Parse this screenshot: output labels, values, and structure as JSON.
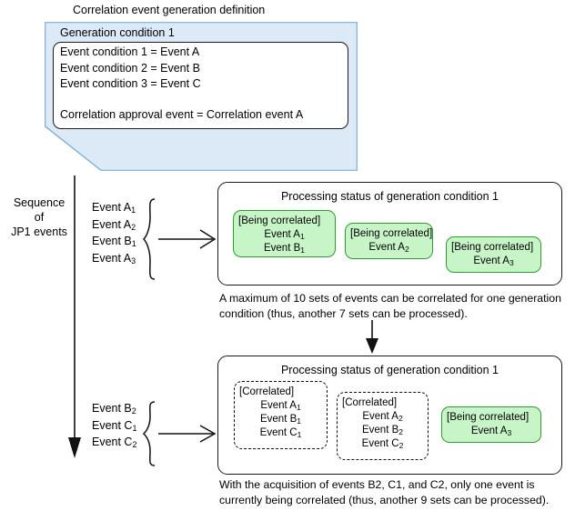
{
  "diagram": {
    "title": "Correlation event generation definition",
    "callout": {
      "header": "Generation condition 1",
      "conditions": [
        "Event condition 1 = Event A",
        "Event condition 2 = Event B",
        "Event condition 3 = Event C"
      ],
      "approval": "Correlation approval event = Correlation event A"
    },
    "sequence": {
      "label_line1": "Sequence of",
      "label_line2": "JP1 events",
      "arrow_icon": "down-arrow-icon"
    },
    "groups": [
      {
        "name": "event-group-1",
        "events": [
          "Event A1",
          "Event A2",
          "Event B1",
          "Event A3"
        ],
        "events_parts": [
          {
            "base": "Event A",
            "sub": "1"
          },
          {
            "base": "Event A",
            "sub": "2"
          },
          {
            "base": "Event B",
            "sub": "1"
          },
          {
            "base": "Event A",
            "sub": "3"
          }
        ]
      },
      {
        "name": "event-group-2",
        "events": [
          "Event B2",
          "Event C1",
          "Event C2"
        ],
        "events_parts": [
          {
            "base": "Event B",
            "sub": "2"
          },
          {
            "base": "Event C",
            "sub": "1"
          },
          {
            "base": "Event C",
            "sub": "2"
          }
        ]
      }
    ],
    "panels": [
      {
        "name": "processing-status-panel-1",
        "title": "Processing status of generation condition 1",
        "cards": [
          {
            "status": "[Being correlated]",
            "style": "green",
            "events": [
              {
                "base": "Event A",
                "sub": "1"
              },
              {
                "base": "Event B",
                "sub": "1"
              }
            ]
          },
          {
            "status": "[Being correlated]",
            "style": "green",
            "events": [
              {
                "base": "Event A",
                "sub": "2"
              }
            ]
          },
          {
            "status": "[Being correlated]",
            "style": "green",
            "events": [
              {
                "base": "Event A",
                "sub": "3"
              }
            ]
          }
        ],
        "caption": "A maximum of 10 sets of events can be correlated for one generation condition (thus, another 7 sets can be processed)."
      },
      {
        "name": "processing-status-panel-2",
        "title": "Processing status of generation condition 1",
        "cards": [
          {
            "status": "[Correlated]",
            "style": "dashed",
            "events": [
              {
                "base": "Event A",
                "sub": "1"
              },
              {
                "base": "Event B",
                "sub": "1"
              },
              {
                "base": "Event C",
                "sub": "1"
              }
            ]
          },
          {
            "status": "[Correlated]",
            "style": "dashed",
            "events": [
              {
                "base": "Event A",
                "sub": "2"
              },
              {
                "base": "Event B",
                "sub": "2"
              },
              {
                "base": "Event C",
                "sub": "2"
              }
            ]
          },
          {
            "status": "[Being correlated]",
            "style": "green",
            "events": [
              {
                "base": "Event A",
                "sub": "3"
              }
            ]
          }
        ],
        "caption": "With the acquisition of events B2, C1, and C2, only one event is currently being correlated (thus, another 9 sets can be processed)."
      }
    ],
    "colors": {
      "callout_fill": "#dceaf8",
      "callout_border": "#7aaedd",
      "card_green_fill": "#c8f5c8",
      "card_green_border": "#2aa02a",
      "outline": "#1a1a1a"
    }
  }
}
